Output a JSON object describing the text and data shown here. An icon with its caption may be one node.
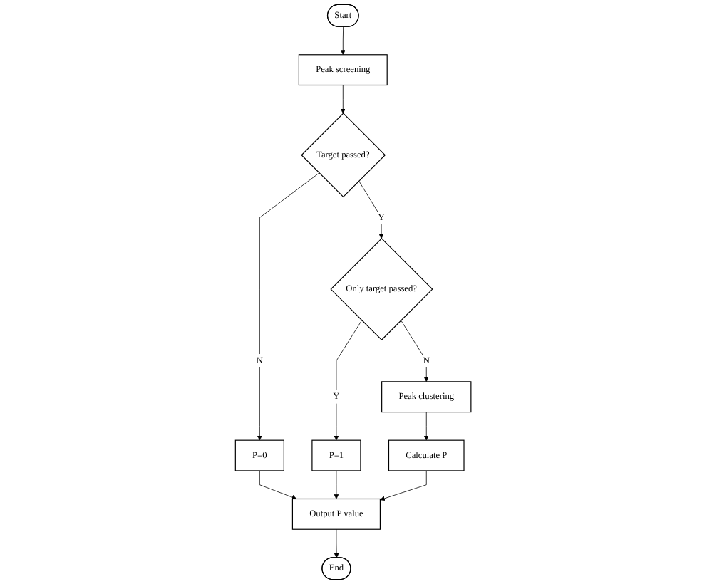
{
  "diagram": {
    "nodes": [
      {
        "text": [
          "Start"
        ]
      },
      {
        "text": [
          "Peak screening"
        ]
      },
      {
        "text": [
          "Target passed?"
        ]
      },
      {
        "text": [
          "P=0"
        ]
      },
      {
        "text": [
          "Only target passed?"
        ]
      },
      {
        "text": [
          "P=1"
        ]
      },
      {
        "text": [
          "Peak clustering"
        ]
      },
      {
        "text": [
          "Calculate P"
        ]
      },
      {
        "text": [
          "Output P value"
        ]
      },
      {
        "text": [
          "End"
        ]
      }
    ],
    "edges": [
      {
        "from": 0,
        "to": 1,
        "arrow": "to"
      },
      {
        "from": 1,
        "to": 2,
        "arrow": "to"
      },
      {
        "from": 2,
        "to": 3,
        "label": "N",
        "arrow": "to"
      },
      {
        "from": 2,
        "to": 4,
        "label": "Y",
        "arrow": "to"
      },
      {
        "from": 4,
        "to": 5,
        "label": "Y",
        "arrow": "to"
      },
      {
        "from": 4,
        "to": 6,
        "label": "N",
        "arrow": "to"
      },
      {
        "from": 6,
        "to": 7,
        "arrow": "to"
      },
      {
        "from": 7,
        "to": 8,
        "arrow": "to"
      },
      {
        "from": 3,
        "to": 8,
        "arrow": "to"
      },
      {
        "from": 5,
        "to": 8,
        "arrow": "to"
      },
      {
        "from": 8,
        "to": 9,
        "arrow": "to"
      }
    ]
  }
}
